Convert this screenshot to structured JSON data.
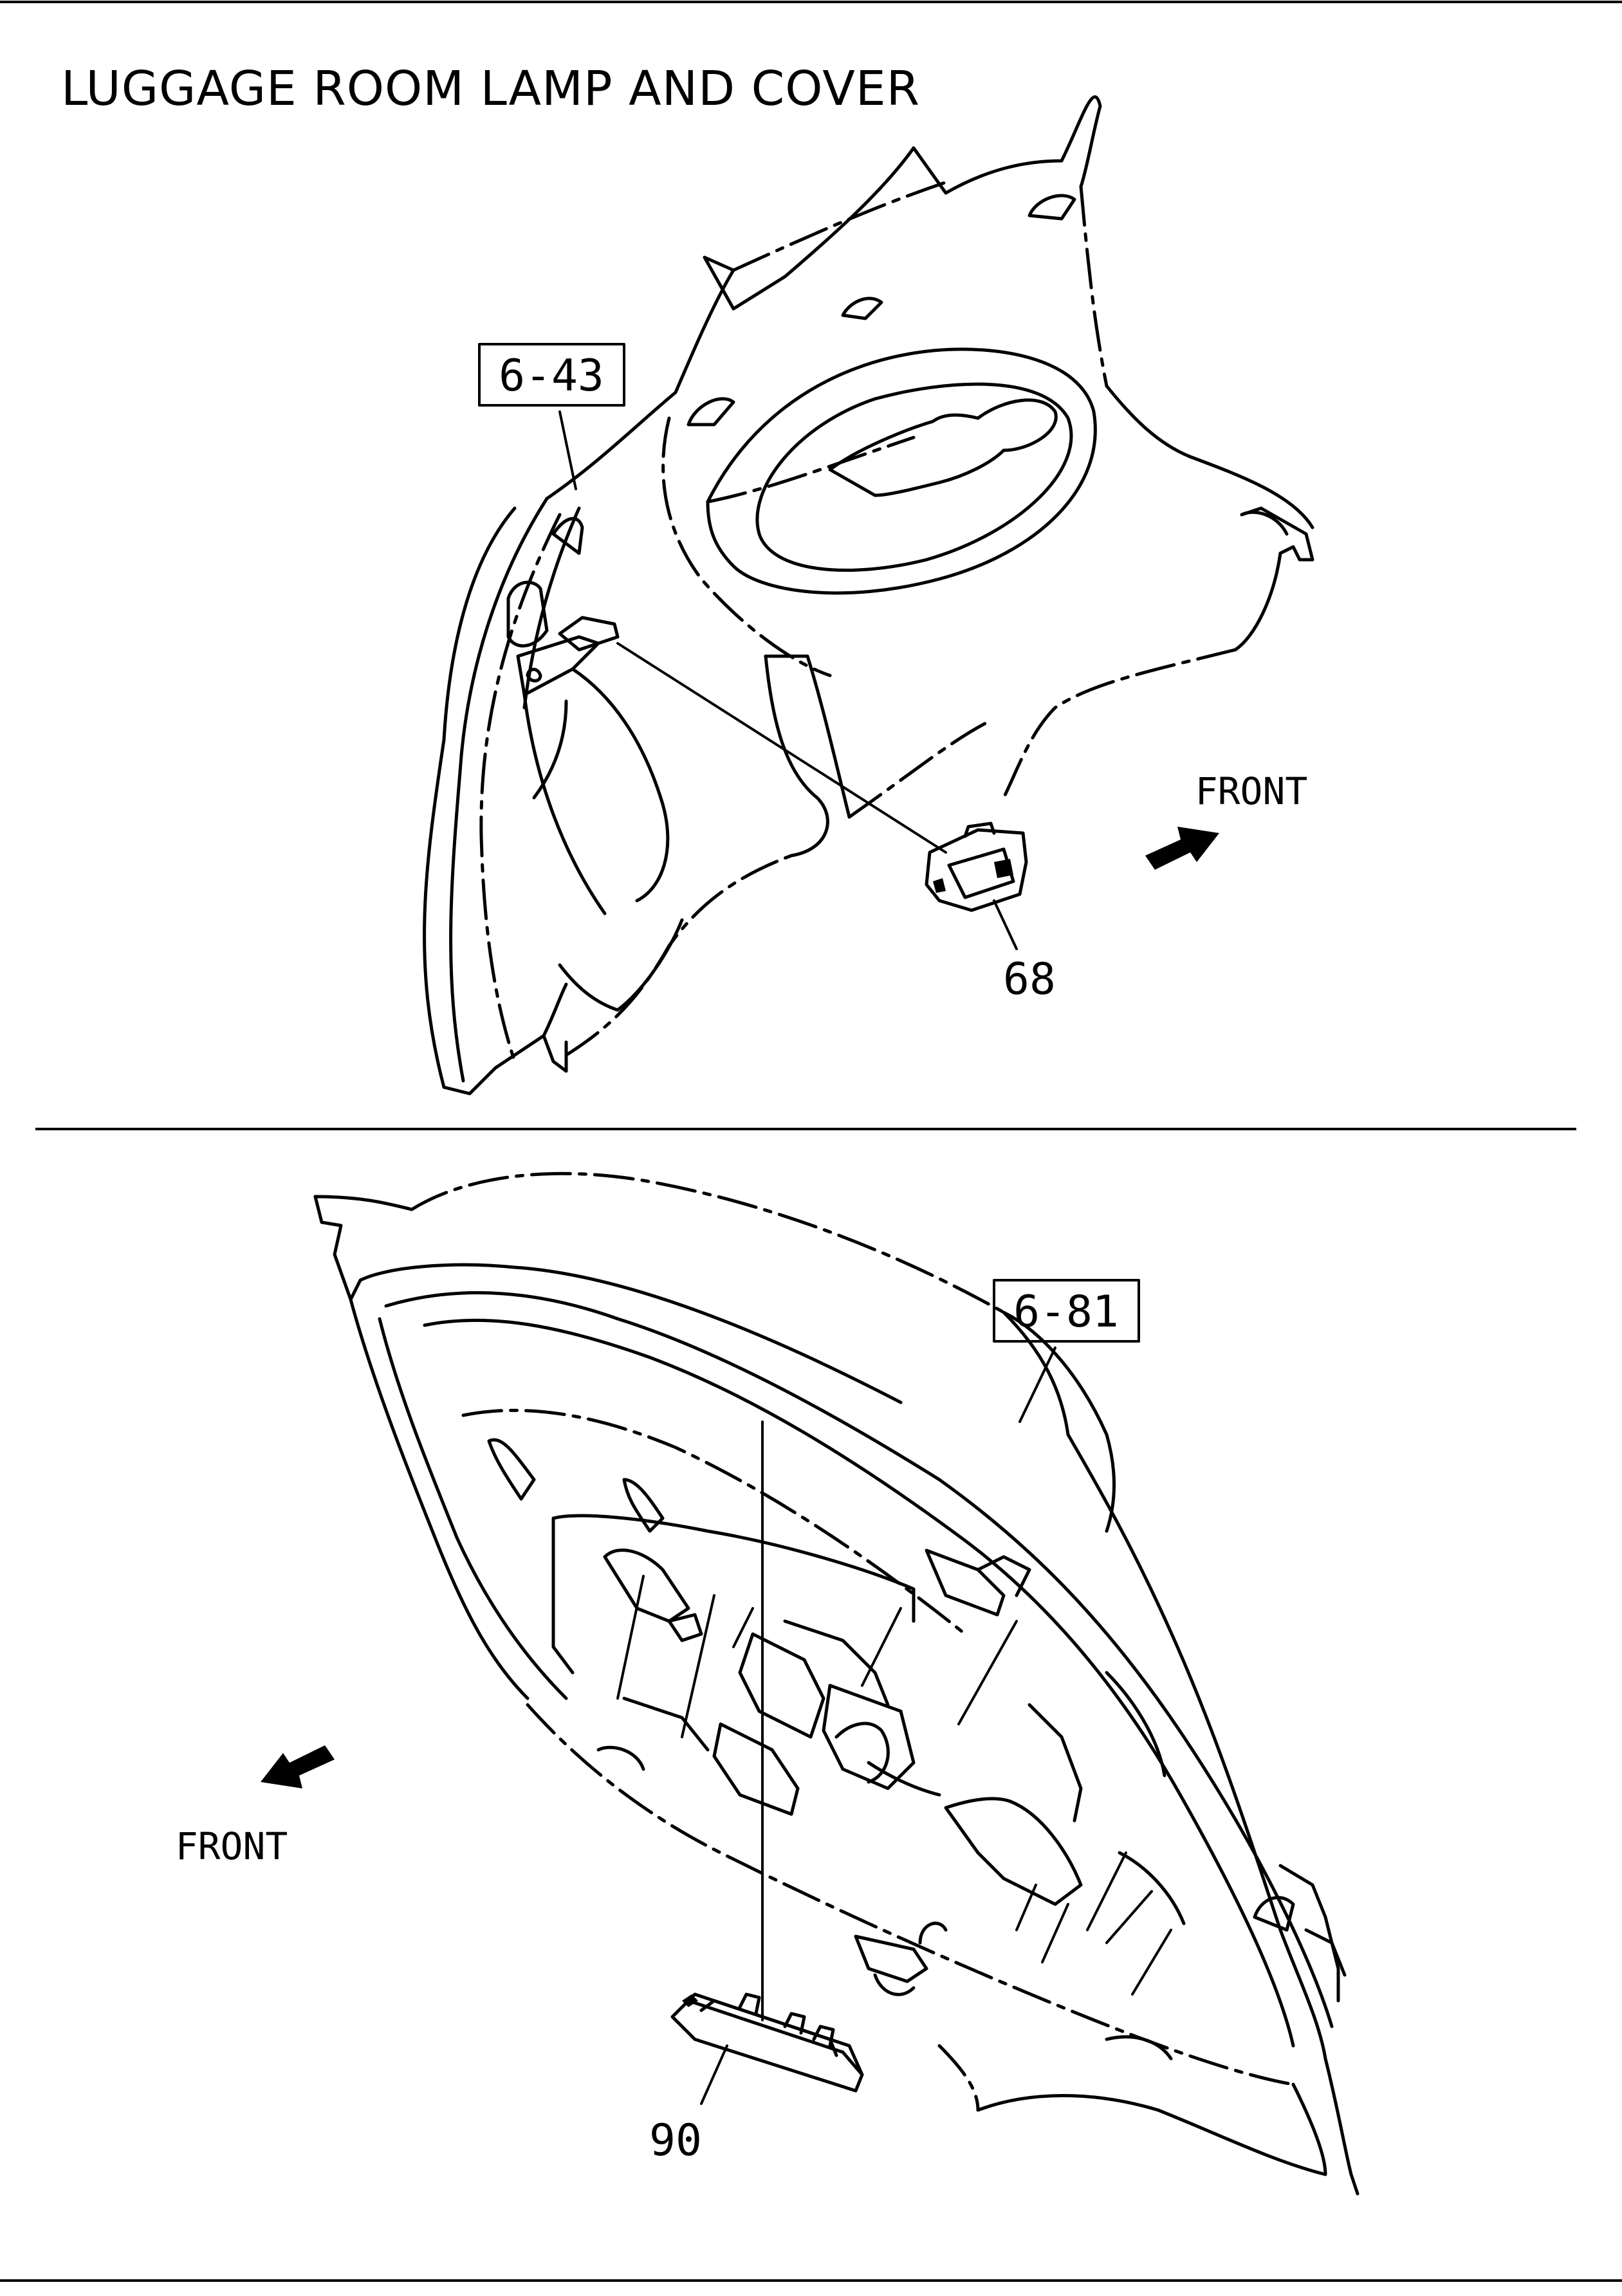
{
  "title": "LUGGAGE ROOM LAMP AND COVER",
  "top_view": {
    "ref_label": "6-43",
    "part_number": "68",
    "direction_label": "FRONT",
    "direction_icon": "arrow-right-up-icon"
  },
  "bottom_view": {
    "ref_label": "6-81",
    "part_number": "90",
    "direction_label": "FRONT",
    "direction_icon": "arrow-left-down-icon"
  }
}
